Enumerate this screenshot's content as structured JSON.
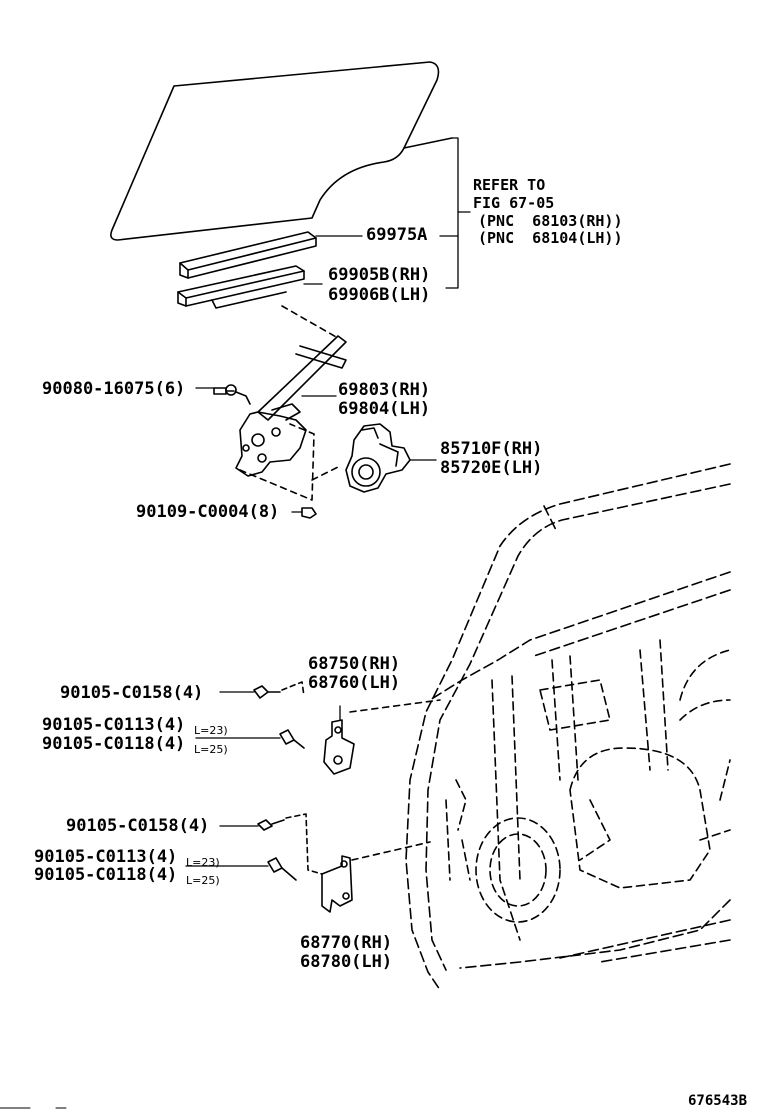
{
  "refer": {
    "line1": "REFER TO",
    "line2": "FIG 67-05",
    "line3": "(PNC  68103(RH))",
    "line4": "(PNC  68104(LH))"
  },
  "labels": {
    "run_channel": "69975A",
    "glass_channel_rh": "69905B(RH)",
    "glass_channel_lh": "69906B(LH)",
    "bolt_regulator": "90080-16075(6)",
    "regulator_rh": "69803(RH)",
    "regulator_lh": "69804(LH)",
    "motor_rh": "85710F(RH)",
    "motor_lh": "85720E(LH)",
    "bolt_motor": "90109-C0004(8)",
    "upper_hinge_rh": "68750(RH)",
    "upper_hinge_lh": "68760(LH)",
    "upper_bolt_a": "90105-C0158(4)",
    "upper_bolt_b1": "90105-C0113(4)",
    "upper_bolt_b1_len": "L=23)",
    "upper_bolt_b2": "90105-C0118(4)",
    "upper_bolt_b2_len": "L=25)",
    "lower_bolt_a": "90105-C0158(4)",
    "lower_bolt_b1": "90105-C0113(4)",
    "lower_bolt_b1_len": "L=23)",
    "lower_bolt_b2": "90105-C0118(4)",
    "lower_bolt_b2_len": "L=25)",
    "lower_hinge_rh": "68770(RH)",
    "lower_hinge_lh": "68780(LH)"
  },
  "page_number": "676543B"
}
